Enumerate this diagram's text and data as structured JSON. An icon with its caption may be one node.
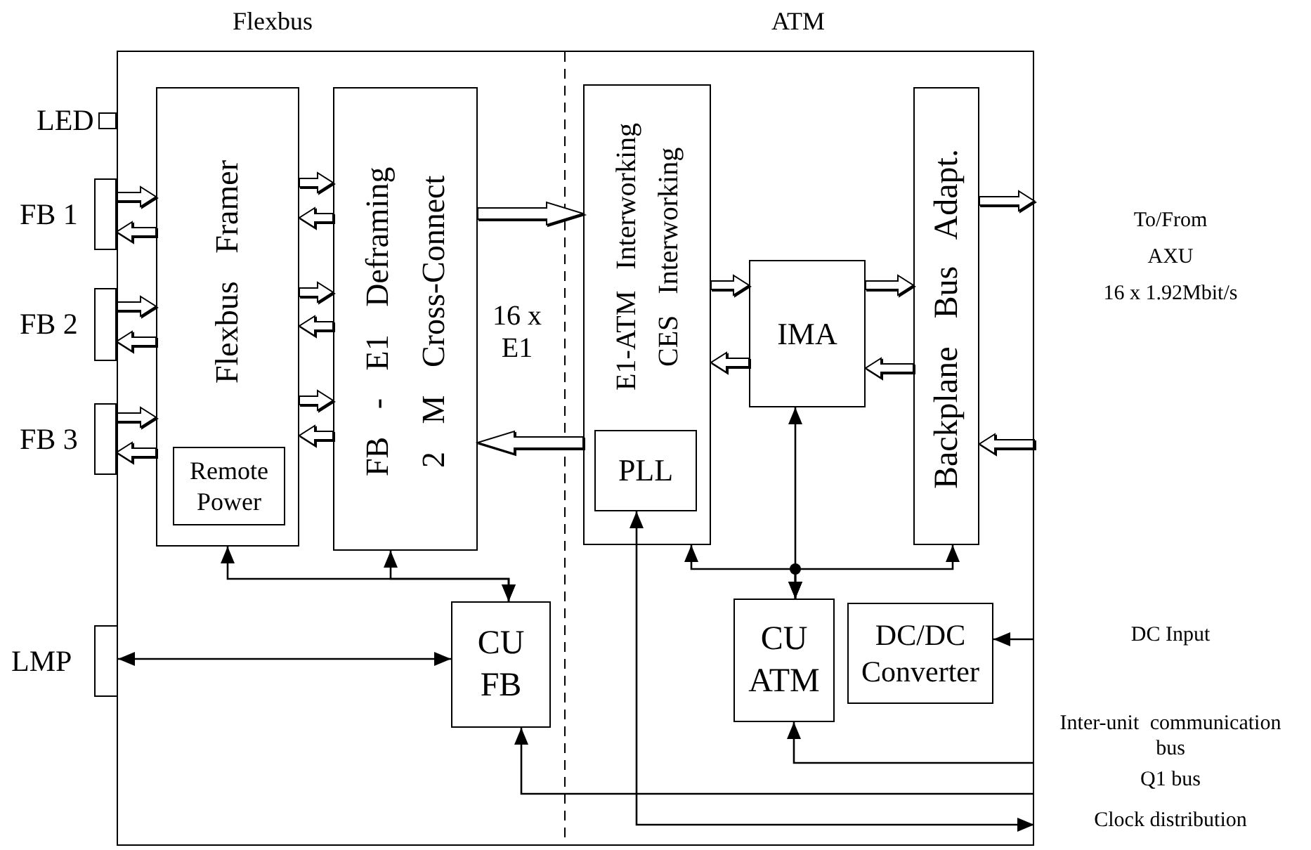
{
  "diagram": {
    "nodes": [
      {
        "text": [
          "Flexbus",
          "ATM"
        ]
      },
      {
        "text": [
          "LED"
        ]
      },
      {
        "text": [
          "FB 1"
        ]
      },
      {
        "text": [
          "FB 2"
        ]
      },
      {
        "text": [
          "FB 3"
        ]
      },
      {
        "text": [
          "Flexbus Framer"
        ],
        "in": 0
      },
      {
        "text": [
          "Remote Power"
        ],
        "in": 5
      },
      {
        "text": [
          "FB - E1 Deframing",
          "2 M Cross-Connect"
        ],
        "in": 0
      },
      {
        "text": [
          "E1-ATM Interworking",
          "CES Interworking"
        ],
        "in": 0
      },
      {
        "text": [
          "PLL"
        ],
        "in": 8
      },
      {
        "text": [
          "IMA"
        ],
        "in": 0
      },
      {
        "text": [
          "Backplane Bus Adapt."
        ],
        "in": 0
      },
      {
        "text": [
          "LMP"
        ]
      },
      {
        "text": [
          "CU FB"
        ],
        "in": 0
      },
      {
        "text": [
          "CU ATM"
        ],
        "in": 0
      },
      {
        "text": [
          "DC/DC Converter"
        ],
        "in": 0
      }
    ],
    "edges": [
      {
        "from": 2,
        "to": 5,
        "arrow": "to",
        "style": "thick"
      },
      {
        "from": 5,
        "to": 2,
        "arrow": "to",
        "style": "thick"
      },
      {
        "from": 3,
        "to": 5,
        "arrow": "to",
        "style": "thick"
      },
      {
        "from": 5,
        "to": 3,
        "arrow": "to",
        "style": "thick"
      },
      {
        "from": 4,
        "to": 5,
        "arrow": "to",
        "style": "thick"
      },
      {
        "from": 5,
        "to": 4,
        "arrow": "to",
        "style": "thick"
      },
      {
        "from": 5,
        "to": 7,
        "arrow": "to",
        "style": "thick"
      },
      {
        "from": 7,
        "to": 5,
        "arrow": "to",
        "style": "thick"
      },
      {
        "from": 5,
        "to": 7,
        "arrow": "to",
        "style": "thick"
      },
      {
        "from": 7,
        "to": 5,
        "arrow": "to",
        "style": "thick"
      },
      {
        "from": 5,
        "to": 7,
        "arrow": "to",
        "style": "thick"
      },
      {
        "from": 7,
        "to": 5,
        "arrow": "to",
        "style": "thick"
      },
      {
        "from": 7,
        "to": 8,
        "arrow": "to",
        "style": "thick"
      },
      {
        "from": 8,
        "to": 7,
        "arrow": "to",
        "style": "thick"
      },
      {
        "from": 8,
        "to": 10,
        "arrow": "to",
        "style": "thick"
      },
      {
        "from": 10,
        "to": 8,
        "arrow": "to",
        "style": "thick"
      },
      {
        "from": 10,
        "to": 11,
        "arrow": "to",
        "style": "thick"
      },
      {
        "from": 11,
        "to": 10,
        "arrow": "to",
        "style": "thick"
      },
      {
        "from": 11,
        "to": null,
        "arrow": "to",
        "style": "thick"
      },
      {
        "from": null,
        "to": 11,
        "arrow": "to",
        "style": "thick"
      },
      {
        "from": 13,
        "to": 5,
        "arrow": "both"
      },
      {
        "from": 13,
        "to": 7,
        "arrow": "both"
      },
      {
        "from": 12,
        "to": 13,
        "arrow": "both"
      },
      {
        "from": 14,
        "to": 10,
        "arrow": "both"
      },
      {
        "from": 14,
        "to": 8,
        "arrow": "both"
      },
      {
        "from": 14,
        "to": 11,
        "arrow": "both"
      },
      {
        "from": null,
        "to": 15,
        "arrow": "to"
      },
      {
        "from": null,
        "to": 14,
        "arrow": "to"
      },
      {
        "from": null,
        "to": 13,
        "arrow": "to"
      },
      {
        "from": 9,
        "to": null,
        "arrow": "both"
      }
    ],
    "labels": [
      "16 x E1",
      "To/From",
      "AXU",
      "16 x 1.92Mbit/s",
      "DC Input",
      "Inter-unit communication bus",
      "Q1 bus",
      "Clock distribution"
    ]
  }
}
